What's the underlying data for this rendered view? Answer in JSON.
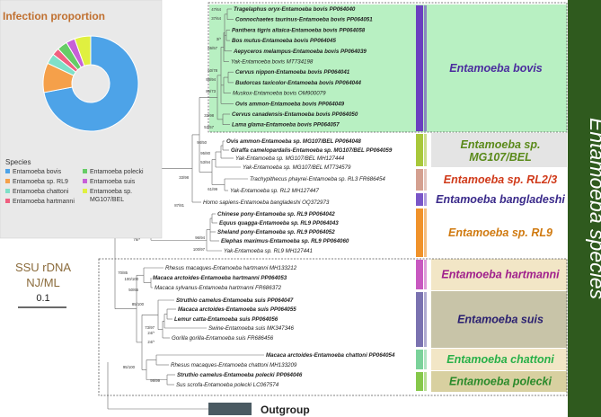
{
  "inset": {
    "title": "Infection proportion",
    "legend_title": "Species",
    "legend": [
      {
        "label": "Entamoeba bovis",
        "color": "#4da3e8"
      },
      {
        "label": "Entamoeba polecki",
        "color": "#66cc66"
      },
      {
        "label": "Entamoeba sp. RL9",
        "color": "#f5a04a"
      },
      {
        "label": "Entamoeba suis",
        "color": "#c760d8"
      },
      {
        "label": "Entamoeba chattoni",
        "color": "#7fe0c8"
      },
      {
        "label": "Entamoeba sp.",
        "label2": "MG107/BEL",
        "color": "#e0f040"
      },
      {
        "label": "Entamoeba hartmanni",
        "color": "#f06080"
      }
    ],
    "chart_data": {
      "type": "pie",
      "series": [
        {
          "label": "Entamoeba bovis",
          "value": 72.0,
          "color": "#4da3e8"
        },
        {
          "label": "Entamoeba sp. RL9",
          "value": 10.0,
          "color": "#f5a04a"
        },
        {
          "label": "Entamoeba chattoni",
          "value": 3.5,
          "color": "#7fe0c8"
        },
        {
          "label": "Entamoeba hartmanni",
          "value": 2.5,
          "color": "#f06080"
        },
        {
          "label": "Entamoeba polecki",
          "value": 3.5,
          "color": "#66cc66"
        },
        {
          "label": "Entamoeba suis",
          "value": 3.0,
          "color": "#c760d8"
        },
        {
          "label": "Entamoeba sp. MG107/BEL",
          "value": 5.5,
          "color": "#e0f040"
        }
      ]
    }
  },
  "method": {
    "line1": "SSU rDNA",
    "line2": "NJ/ML",
    "scale": "0.1"
  },
  "outgroup": "Outgroup",
  "side_label": "Entamoeba  species",
  "tips": [
    {
      "t": "Tragelaphus oryx-Entamoeba bovis PP064040",
      "b": true
    },
    {
      "t": "Connochaetes taurinus-Entamoeba bovis PP064051",
      "b": true
    },
    {
      "t": "Panthera tigris altaica-Entamoeba bovis PP064058",
      "b": true
    },
    {
      "t": "Bos mutus-Entamoeba bovis PP064045",
      "b": true
    },
    {
      "t": "Aepyceros melampus-Entamoeba bovis PP064039",
      "b": true
    },
    {
      "t": "Yak-Entamoeba bovis MT734198",
      "b": false
    },
    {
      "t": "Cervus nippon-Entamoeba bovis PP064041",
      "b": true
    },
    {
      "t": "Budorcas taxicolor-Entamoeba bovis PP064044",
      "b": true
    },
    {
      "t": "Muskox-Entamoeba bovis OM900079",
      "b": false
    },
    {
      "t": "Ovis ammon-Entamoeba bovis PP064049",
      "b": true
    },
    {
      "t": "Cervus canadensis-Entamoeba bovis PP064050",
      "b": true
    },
    {
      "t": "Lama glama-Entamoeba bovis PP064057",
      "b": true
    },
    {
      "t": "Ovis ammon-Entamoeba sp. MG107/BEL PP064048",
      "b": true
    },
    {
      "t": "Giraffa camelopardalis-Entamoeba sp. MG107/BEL PP064059",
      "b": true
    },
    {
      "t": "Yak-Entamoeba sp. MG107/BEL MH127444",
      "b": false
    },
    {
      "t": "Yak-Entamoeba sp. MG107/BEL MT734579",
      "b": false
    },
    {
      "t": "Trachypithecus phayrei-Entamoeba sp. RL3 FR686454",
      "b": false
    },
    {
      "t": "Yak-Entamoeba sp. RL2 MH127447",
      "b": false
    },
    {
      "t": "Homo sapiens-Entamoeba bangladeshi OQ372973",
      "b": false
    },
    {
      "t": "Chinese pony-Entamoeba sp. RL9 PP064042",
      "b": true
    },
    {
      "t": "Equus quagga-Entamoeba sp. RL9 PP064043",
      "b": true
    },
    {
      "t": "Sheland pony-Entamoeba sp. RL9 PP064052",
      "b": true
    },
    {
      "t": "Elephas maximus-Entamoeba sp. RL9 PP064060",
      "b": true
    },
    {
      "t": "Yak-Entamoeba sp. RL9 MH127441",
      "b": false
    },
    {
      "t": "Rhesus macaques-Entamoeba hartmanni MH133212",
      "b": false
    },
    {
      "t": "Macaca arctoides-Entamoeba hartmanni PP064053",
      "b": true
    },
    {
      "t": "Macaca sylvanus-Entamoeba hartmanni FR686372",
      "b": false
    },
    {
      "t": "Struthio camelus-Entamoeba suis PP064047",
      "b": true
    },
    {
      "t": "Macaca arctoides-Entamoeba suis PP064055",
      "b": true
    },
    {
      "t": "Lemur catta-Entamoeba suis PP064056",
      "b": true
    },
    {
      "t": "Swine-Entamoeba suis MK347346",
      "b": false
    },
    {
      "t": "Gorilla gorilla-Entamoeba suis FR686456",
      "b": false
    },
    {
      "t": "Macaca arctoides-Entamoeba chattoni PP064054",
      "b": true
    },
    {
      "t": "Rhesus macaques-Entamoeba chattoni MH133209",
      "b": false
    },
    {
      "t": "Struthio camelus-Entamoeba polecki PP064046",
      "b": true
    },
    {
      "t": "Sus scrofa-Entamoeba polecki LC067574",
      "b": false
    }
  ],
  "supports": {
    "s1": "47/64",
    "s2": "37/64",
    "s3": "3/*",
    "s4": "66/57",
    "s5": "60/78",
    "s6": "98/94",
    "s7": "86/73",
    "s8": "33/98",
    "s9": "53/57",
    "s10": "94/50",
    "s11": "95/80",
    "s12": "53/94",
    "s13": "61/99",
    "s14": "33/98",
    "s15": "87/81",
    "s16": "96/94",
    "s17": "100/97",
    "s18": "76/*",
    "s19": "70/85",
    "s20": "100/100",
    "s21": "50/65",
    "s22": "85/100",
    "s23": "73/97",
    "s24": "24/*",
    "s25": "24/*",
    "s26": "95/100",
    "s27": "99/99"
  },
  "clades": [
    {
      "name": "Entamoeba bovis",
      "line2": "",
      "color": "#4b2c9e",
      "bg": "#b8f0c2",
      "bar": "#6a3fbf"
    },
    {
      "name": "Entamoeba sp.",
      "line2": "MG107/BEL",
      "color": "#5a8a1a",
      "bg": "#e4e4e4",
      "bar": "#a8c83a"
    },
    {
      "name": "Entamoeba sp. RL2/3",
      "line2": "",
      "color": "#d03a1a",
      "bg": "#ffffff",
      "bar": "#d4a090"
    },
    {
      "name": "Entamoeba bangladeshi",
      "line2": "",
      "color": "#3a2a8a",
      "bg": "#ffffff",
      "bar": "#7a56c8"
    },
    {
      "name": "Entamoeba sp. RL9",
      "line2": "",
      "color": "#d07a10",
      "bg": "#ffffff",
      "bar": "#f0922a"
    },
    {
      "name": "Entamoeba hartmanni",
      "line2": "",
      "color": "#a0208c",
      "bg": "#f2e6c6",
      "bar": "#c858c0"
    },
    {
      "name": "Entamoeba suis",
      "line2": "",
      "color": "#2a2070",
      "bg": "#c8c4a8",
      "bar": "#7a72b0"
    },
    {
      "name": "Entamoeba chattoni",
      "line2": "",
      "color": "#28b048",
      "bg": "#f2e6c6",
      "bar": "#7ad29a"
    },
    {
      "name": "Entamoeba polecki",
      "line2": "",
      "color": "#2a8a2a",
      "bg": "#d8d0a0",
      "bar": "#86c84a"
    }
  ]
}
